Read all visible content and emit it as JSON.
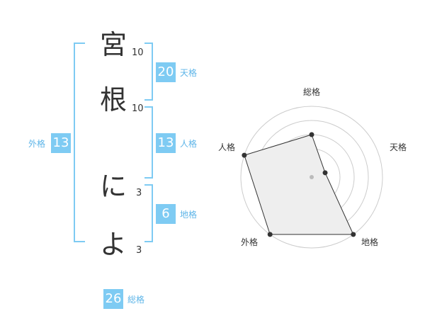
{
  "name": {
    "chars": [
      {
        "char": "宮",
        "strokes": "10"
      },
      {
        "char": "根",
        "strokes": "10"
      },
      {
        "char": "に",
        "strokes": "3"
      },
      {
        "char": "よ",
        "strokes": "3"
      }
    ]
  },
  "kakusu": {
    "tenkaku": {
      "label": "天格",
      "value": "20"
    },
    "jinkaku": {
      "label": "人格",
      "value": "13"
    },
    "chikaku": {
      "label": "地格",
      "value": "6"
    },
    "gaikaku": {
      "label": "外格",
      "value": "13"
    },
    "soukaku": {
      "label": "総格",
      "value": "26"
    }
  },
  "radar": {
    "axes": [
      "総格",
      "天格",
      "地格",
      "外格",
      "人格"
    ],
    "levels": 5,
    "values": [
      0.6,
      0.2,
      1.0,
      1.0,
      1.0
    ],
    "colors": {
      "grid": "#cccccc",
      "fill": "#eeeeee",
      "line": "#333333",
      "point": "#333333",
      "center": "#bbbbbb"
    }
  }
}
